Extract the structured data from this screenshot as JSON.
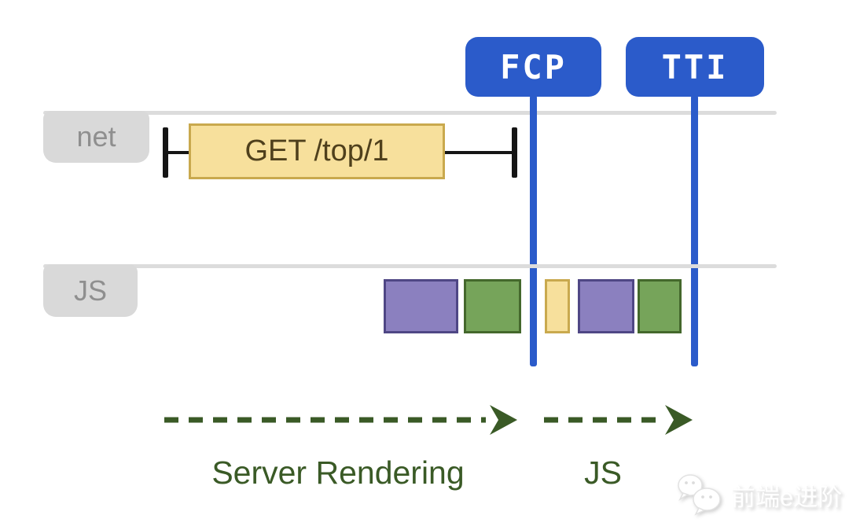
{
  "badges": {
    "fcp": "FCP",
    "tti": "TTI"
  },
  "rows": {
    "net": {
      "label": "net",
      "request": "GET /top/1"
    },
    "js": {
      "label": "JS"
    }
  },
  "phases": {
    "server_rendering": "Server Rendering",
    "js": "JS"
  },
  "watermark": {
    "text": "前端e进阶"
  },
  "colors": {
    "blue": "#2b5bca",
    "yellow-fill": "#f7e09c",
    "yellow-border": "#c9a94e",
    "purple-fill": "#8b80bf",
    "purple-border": "#4f4785",
    "green-fill": "#76a45a",
    "green-border": "#44682c",
    "gray-line": "#dcdcdc",
    "gray-tab": "#d9d9d9",
    "gray-text": "#8f8f8f",
    "dark-green": "#3a5a26",
    "tick-black": "#151515",
    "request-text": "#4f401c"
  }
}
